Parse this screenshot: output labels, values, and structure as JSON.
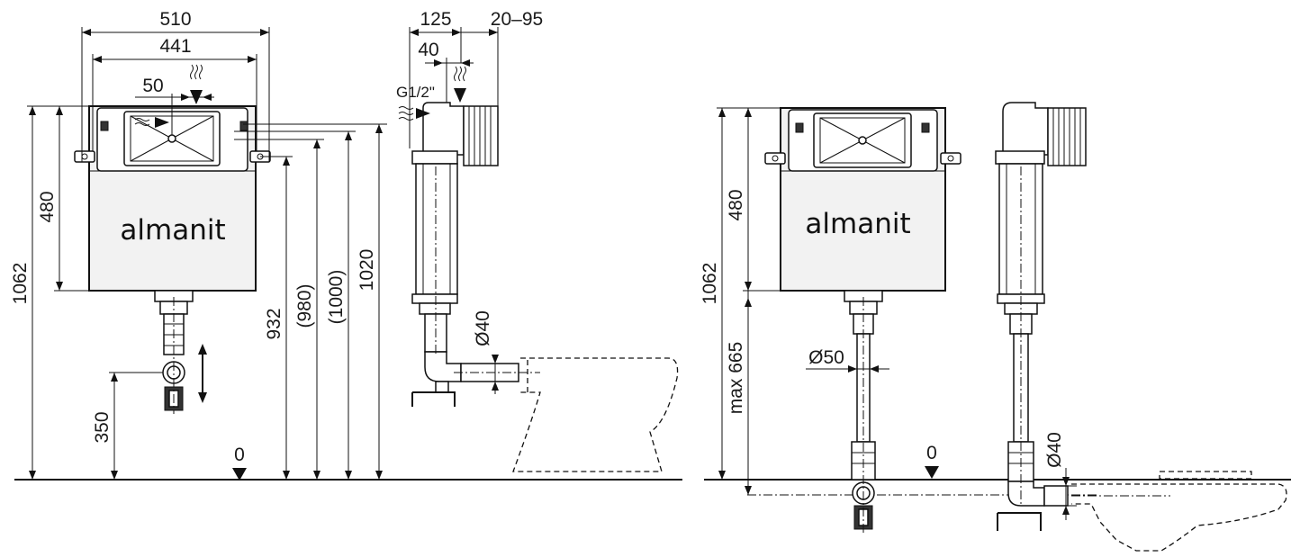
{
  "brand": "almanit",
  "left_drawing": {
    "dims": {
      "width_510": "510",
      "width_441": "441",
      "inlet_50": "50",
      "height_1062": "1062",
      "height_480": "480",
      "height_350": "350",
      "height_932": "932",
      "height_980": "(980)",
      "height_1000": "(1000)",
      "height_1020": "1020",
      "floor_zero": "0"
    }
  },
  "side_drawing": {
    "dims": {
      "depth_125": "125",
      "depth_20_95": "20–95",
      "offset_40": "40",
      "thread": "G1/2\"",
      "pipe_d40": "Ø40"
    }
  },
  "right_drawing": {
    "dims": {
      "height_1062": "1062",
      "height_480": "480",
      "max_665": "max 665",
      "pipe_d50": "Ø50",
      "pipe_d40": "Ø40",
      "floor_zero": "0"
    }
  }
}
